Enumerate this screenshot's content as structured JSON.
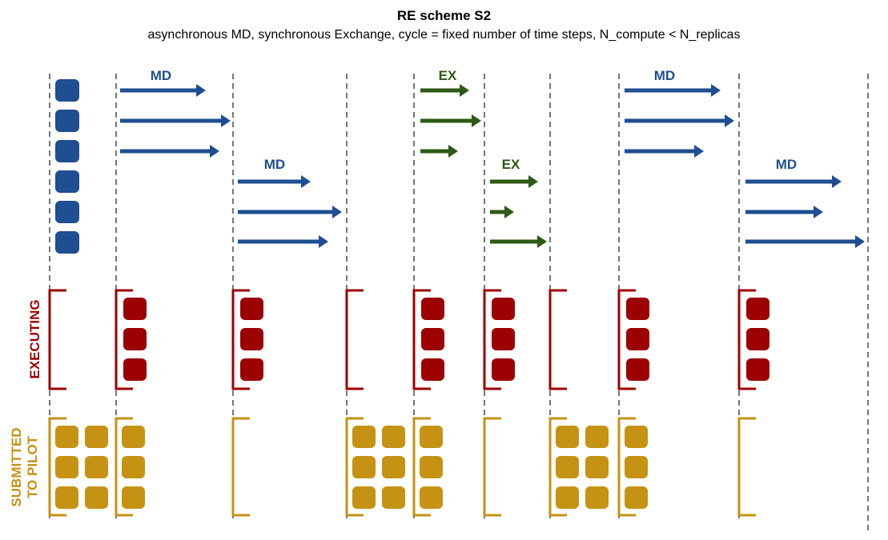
{
  "title": "RE scheme S2",
  "subtitle": "asynchronous MD, synchronous Exchange, cycle = fixed number of time steps, N_compute < N_replicas",
  "phase_labels": [
    "MD",
    "MD",
    "EX",
    "EX",
    "MD",
    "MD"
  ],
  "row_labels": {
    "executing": "EXECUTING",
    "submitted_line1": "SUBMITTED",
    "submitted_line2": "TO PILOT"
  },
  "colors": {
    "md": "#1f4e91",
    "ex": "#2d5a16",
    "executing": "#9c0000",
    "submitted": "#c69214",
    "divider": "#777777"
  },
  "replica_count": 6,
  "executing_counts": [
    0,
    3,
    3,
    0,
    3,
    3,
    0,
    3,
    3
  ],
  "submitted_counts": [
    6,
    3,
    0,
    6,
    3,
    0,
    6,
    3,
    0
  ]
}
